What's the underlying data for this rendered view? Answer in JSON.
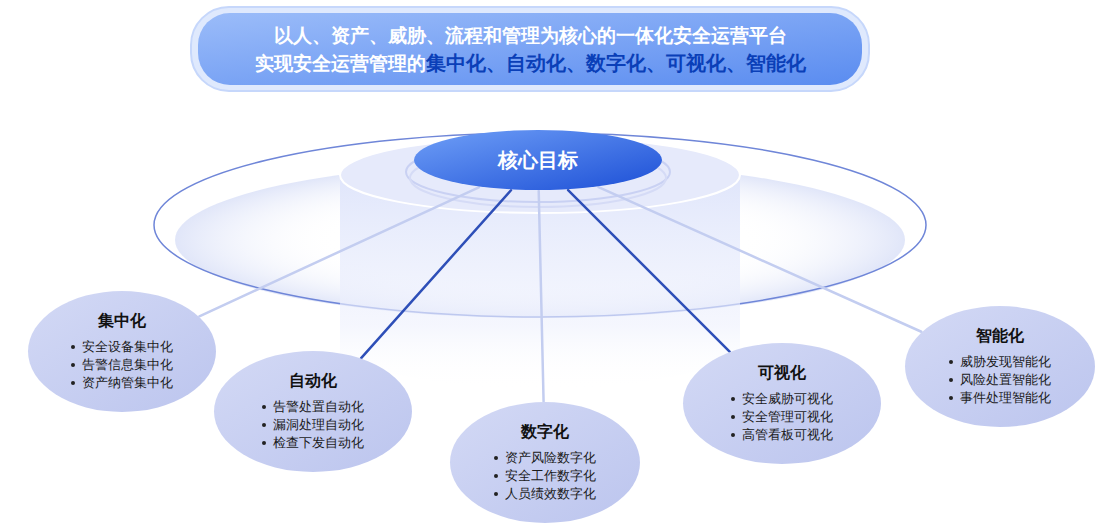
{
  "diagram": {
    "nodes": [
      {
        "text": [
          "以人、资产、威胁、流程和管理为核心的一体化安全运营平台",
          "实现安全运营管理的",
          "集中化、自动化、数字化、可视化、智能化"
        ]
      },
      {
        "text": [
          "核心目标"
        ]
      },
      {
        "text": [
          "集中化",
          "安全设备集中化",
          "告警信息集中化",
          "资产纳管集中化"
        ]
      },
      {
        "text": [
          "自动化",
          "告警处置自动化",
          "漏洞处理自动化",
          "检查下发自动化"
        ]
      },
      {
        "text": [
          "数字化",
          "资产风险数字化",
          "安全工作数字化",
          "人员绩效数字化"
        ]
      },
      {
        "text": [
          "可视化",
          "安全威胁可视化",
          "安全管理可视化",
          "高管看板可视化"
        ]
      },
      {
        "text": [
          "智能化",
          "威胁发现智能化",
          "风险处置智能化",
          "事件处理智能化"
        ]
      }
    ],
    "edges": [
      {
        "from": 1,
        "to": 2,
        "arrow": "none"
      },
      {
        "from": 1,
        "to": 3,
        "arrow": "none"
      },
      {
        "from": 1,
        "to": 4,
        "arrow": "none"
      },
      {
        "from": 1,
        "to": 5,
        "arrow": "none"
      },
      {
        "from": 1,
        "to": 6,
        "arrow": "none"
      }
    ]
  }
}
